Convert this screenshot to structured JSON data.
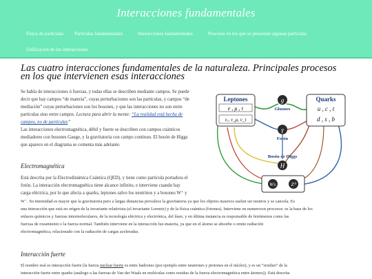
{
  "site": {
    "title": "Interacciones fundamentales",
    "nav": [
      "Física de partículas",
      "Partículas fundamentales",
      "Interacciones fundamentales",
      "Procesos en los que se presentan algunas partículas",
      "Unificación de las interacciones"
    ]
  },
  "article": {
    "title_line1": "Las cuatro interacciones fundamentales de la naturaleza. Principales procesos",
    "title_line2": "en los que intervienen esas interacciones",
    "intro_lines": [
      "Se habla de interacciones ó fuerzas, y todas ellas se describen mediante campos. Se puede",
      "decir que hay campos “de materia”, cuyas perturbaciones son las partículas, y campos “de",
      "mediación” cuyas perturbaciones son los bosones, y que las interacciones no son entre",
      "partículas sino entre campos."
    ],
    "intro_read_prefix": "Lectura para abrir la mente:",
    "intro_link_1": "“La realidad está hecha de",
    "intro_link_2": "campos, no de partículas",
    "intro_link_suffix": "”",
    "para2_lines": [
      "Las interacciones electromagnética, débil y fuerte se describen con campos cuánticos",
      "mediadores con bosones Gauge, y la gravitatoria con campo continuo. El bosón de Higgs",
      "que aparece en el diagrama se comenta más adelante."
    ],
    "section_em": "Electromagnética",
    "em_lines": [
      "Está descrita por la Electrodinámica Cuántica (QED), y tiene como partícula portadora el",
      "fotón. La interacción electromagnética tiene alcance infinito, e interviene cuando hay",
      "carga eléctrica, por lo que afecta a quarks, leptones salvo los neutrinos y a bosones W⁺ y",
      "W⁻. Su intensidad es mayor que la gravitatoria pero a largas distancias prevalece la gravitatoria ya que los objetos masivos suelen ser neutros y se cancela. Es",
      "una interacción que está en origen de la invariante relativista (el invariante Lorentz) y de la física cuántica (fotones). Interviene en numerosos procesos: es la base de los",
      "enlaces químicos y fuerzas intermoleculares, de la tecnología eléctrica y electrónica, del láser, y en última instancia es responsable de fenómenos como las",
      "fuerzas de rozamiento o la fuerza normal. También interviene en la interacción luz-materia, ya que en el átomo se absorbe o emite radiación",
      "electromagnética, relacionado con la radiación de cargas aceleradas."
    ],
    "section_strong": "Interacción fuerte",
    "strong_line1_a": "El nombre real es interacción fuerte (la fuerza ",
    "strong_line1_u": "nuclear fuerte",
    "strong_line1_b": " es entre hadrones (por ejemplo entre neutrones y protones en el núcleo), y es un “residuo” de la",
    "strong_line2": "interacción fuerte entre quarks (análogo a las fuerzas de Van der Waals en moléculas como residuo de la fuerza electromagnética entre átomos)). Está descrita"
  },
  "diagram": {
    "leptons_title": "Leptones",
    "leptons_row1": "e , μ , τ",
    "leptons_row2": "νₑ, ν_μ, ν_τ",
    "quarks_title": "Quarks",
    "quarks_row1": "u , c , t",
    "quarks_row2": "d , s , b",
    "gluon_symbol": "g",
    "gluon_label": "Gluones",
    "photon_symbol": "γ",
    "photon_label": "Fotón",
    "higgs_label": "Bosón de Higgs",
    "higgs_symbol": "H",
    "w_symbol": "W±",
    "z_symbol": "Z⁰",
    "colors": {
      "green": "#2e9b3a",
      "red": "#c0392b",
      "blue": "#2f5fa8",
      "brown": "#a0522d",
      "yellow": "#d8c23a",
      "boson_fill": "#2b2b2b"
    }
  }
}
